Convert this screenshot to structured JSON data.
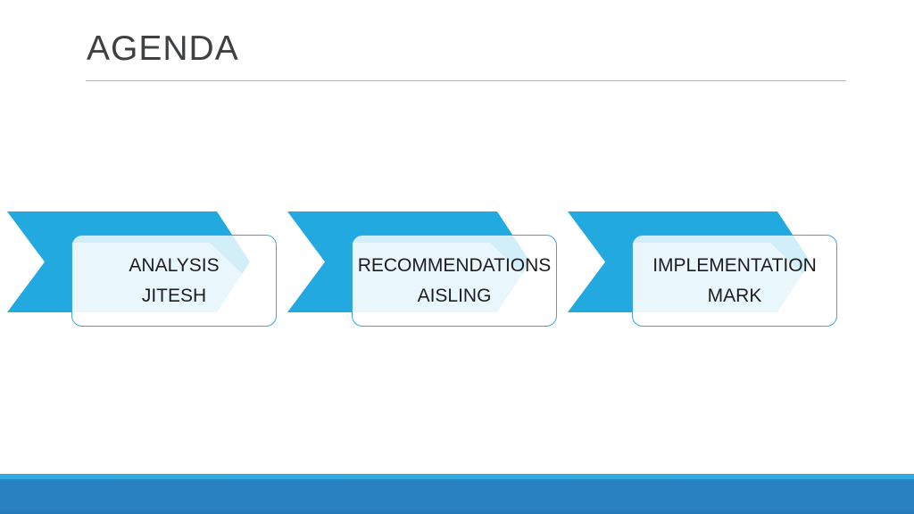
{
  "slide": {
    "title": "AGENDA",
    "steps": [
      {
        "topic": "ANALYSIS",
        "presenter": "JITESH"
      },
      {
        "topic": "RECOMMENDATIONS",
        "presenter": "AISLING"
      },
      {
        "topic": "IMPLEMENTATION",
        "presenter": "MARK"
      }
    ]
  },
  "colors": {
    "accent_blue": "#22A9E0",
    "card_border": "#3BA6D9",
    "title_text": "#3F4041",
    "body_text": "#1D1D1D",
    "footer_strip": "#2FABE1",
    "footer_bar": "#2A81C1",
    "divider": "#B5B5B5"
  }
}
